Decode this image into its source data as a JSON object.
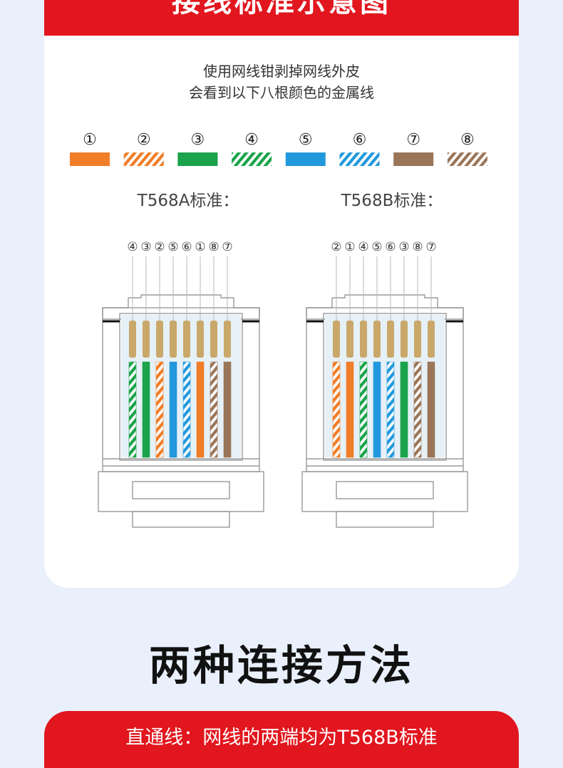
{
  "header": {
    "title": "接线标准示意图"
  },
  "intro": {
    "line1": "使用网线钳剥掉网线外皮",
    "line2": "会看到以下八根颜色的金属线"
  },
  "wires": [
    {
      "num": "①",
      "color": "#f07d27",
      "striped": false
    },
    {
      "num": "②",
      "color": "#f07d27",
      "striped": true
    },
    {
      "num": "③",
      "color": "#1aa34a",
      "striped": false
    },
    {
      "num": "④",
      "color": "#1aa34a",
      "striped": true
    },
    {
      "num": "⑤",
      "color": "#2299dd",
      "striped": false
    },
    {
      "num": "⑥",
      "color": "#2299dd",
      "striped": true
    },
    {
      "num": "⑦",
      "color": "#9a7558",
      "striped": false
    },
    {
      "num": "⑧",
      "color": "#9a7558",
      "striped": true
    }
  ],
  "standards": [
    {
      "label": "T568A标准：",
      "order": [
        4,
        3,
        2,
        5,
        6,
        1,
        8,
        7
      ]
    },
    {
      "label": "T568B标准：",
      "order": [
        2,
        1,
        4,
        5,
        6,
        3,
        8,
        7
      ]
    }
  ],
  "section": {
    "title": "两种连接方法"
  },
  "banner": {
    "text": "直通线：网线的两端均为T568B标准"
  }
}
